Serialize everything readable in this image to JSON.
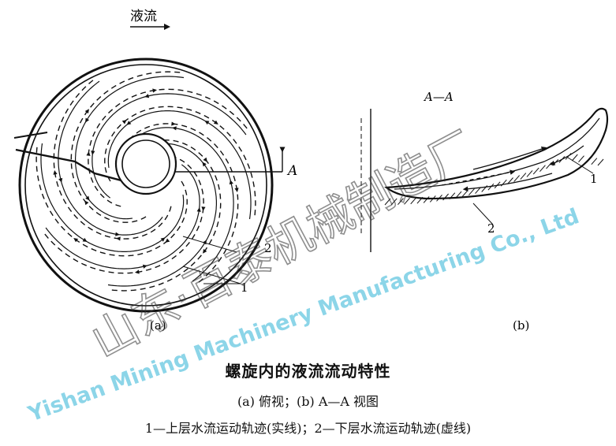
{
  "figure": {
    "flow_label": "液流",
    "section_mark": "A",
    "panel_a": "(a)",
    "panel_b": "(b)",
    "view_label": "A—A",
    "callout_1": "1",
    "callout_2": "2",
    "title": "螺旋内的液流流动特性",
    "subtitle": "(a) 俯视；(b) A—A 视图",
    "legend": "1—上层水流运动轨迹(实线)；2—下层水流运动轨迹(虚线)"
  },
  "watermark": {
    "cn": "山东·百泰机械制造厂",
    "en": "Yishan Mining Machinery Manufacturing Co., Ltd"
  },
  "colors": {
    "ink": "#111111",
    "watermark": "#2fb3d6"
  }
}
